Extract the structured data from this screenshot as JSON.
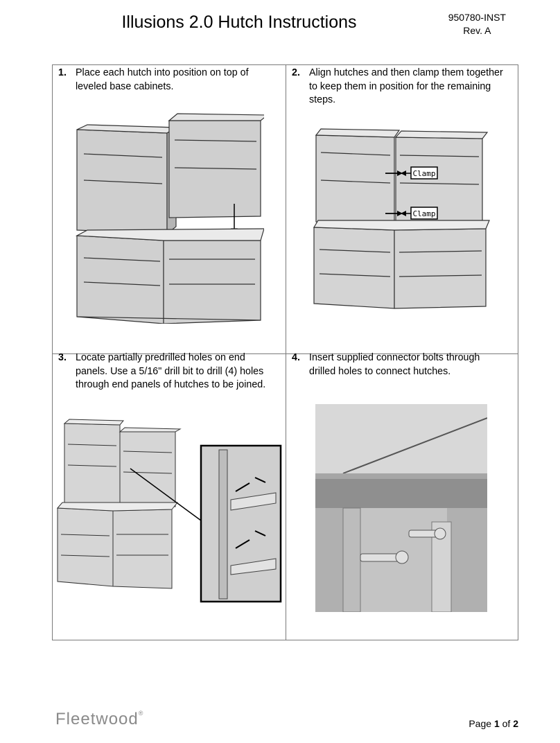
{
  "header": {
    "title": "Illusions 2.0 Hutch Instructions",
    "doc_number": "950780-INST",
    "revision": "Rev. A"
  },
  "steps": [
    {
      "number": "1.",
      "text": "Place each hutch into position on top of\nleveled base cabinets."
    },
    {
      "number": "2.",
      "text": "Align hutches and then clamp them together\nto keep them in position for the remaining\nsteps."
    },
    {
      "number": "3.",
      "text": "Locate partially predrilled holes on end\npanels.  Use a 5/16\" drill bit to drill (4) holes\nthrough end panels of hutches to be joined."
    },
    {
      "number": "4.",
      "text": "Insert supplied connector bolts through\ndrilled holes to connect hutches."
    }
  ],
  "callouts": {
    "clamp_top": "Clamp",
    "clamp_bottom": "Clamp"
  },
  "footer": {
    "brand": "Fleetwood",
    "registered": "®",
    "page_prefix": "Page",
    "page_current": "1",
    "page_of": "of",
    "page_total": "2"
  }
}
